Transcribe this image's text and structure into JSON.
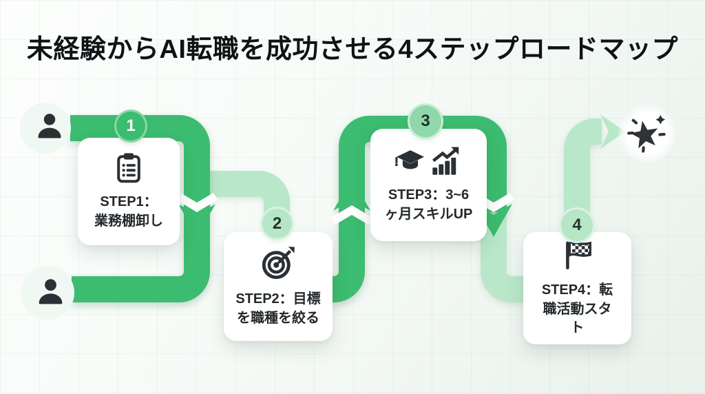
{
  "title": "未経験からAI転職を成功させる4ステップロードマップ",
  "colors": {
    "path_primary": "#3cbc70",
    "path_secondary": "#b9e7ca",
    "badge_solid_green": "#3cbc70",
    "badge_light_green": "#b7e6c7",
    "card_background": "#ffffff",
    "text_primary": "#23282b",
    "icon_color": "#2b3035"
  },
  "start": {
    "marker_icons": [
      "person-icon",
      "person-icon"
    ]
  },
  "goal": {
    "marker_icon": "sparkle-star-icon"
  },
  "steps": [
    {
      "number": "1",
      "badge_style": "solid-green",
      "icons": [
        "clipboard-list-icon"
      ],
      "label": "STEP1：業務棚卸し",
      "lines": [
        "STEP1：",
        "業務棚卸し"
      ]
    },
    {
      "number": "2",
      "badge_style": "light-green",
      "icons": [
        "dart-target-icon"
      ],
      "label": "STEP2：目標を職種を絞る",
      "lines": [
        "STEP2：目標",
        "を職種を絞る"
      ]
    },
    {
      "number": "3",
      "badge_style": "light-green",
      "icons": [
        "graduation-cap-icon",
        "growth-chart-icon"
      ],
      "label": "STEP3：3~6ヶ月スキルUP",
      "lines": [
        "STEP3：3~6",
        "ヶ月スキルUP"
      ]
    },
    {
      "number": "4",
      "badge_style": "light-green",
      "icons": [
        "checkered-flag-icon"
      ],
      "label": "STEP4：転職活動スタト",
      "lines": [
        "STEP4：転",
        "職活動スタ",
        "ト"
      ]
    }
  ]
}
